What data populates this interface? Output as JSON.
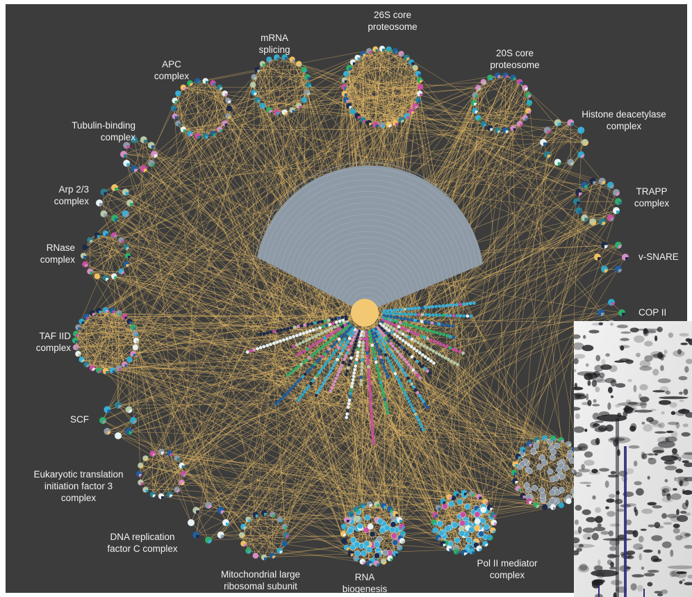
{
  "figure": {
    "complexes": [
      {
        "key": "c26s",
        "label": "26S core\nproteosome"
      },
      {
        "key": "c20s",
        "label": "20S core\nproteosome"
      },
      {
        "key": "mrna",
        "label": "mRNA\nsplicing"
      },
      {
        "key": "apc",
        "label": "APC\ncomplex"
      },
      {
        "key": "tubulin",
        "label": "Tubulin-binding\ncomplex"
      },
      {
        "key": "hdac",
        "label": "Histone deacetylase\ncomplex"
      },
      {
        "key": "arp",
        "label": "Arp 2/3\ncomplex"
      },
      {
        "key": "trapp",
        "label": "TRAPP\ncomplex"
      },
      {
        "key": "rnase",
        "label": "RNase\ncomplex"
      },
      {
        "key": "vsnare",
        "label": "v-SNARE"
      },
      {
        "key": "copii",
        "label": "COP II"
      },
      {
        "key": "taf",
        "label": "TAF IID\ncomplex"
      },
      {
        "key": "scf",
        "label": "SCF"
      },
      {
        "key": "eif3",
        "label": "Eukaryotic translation\ninitiation factor 3\ncomplex"
      },
      {
        "key": "rfc",
        "label": "DNA replication\nfactor C complex"
      },
      {
        "key": "mito",
        "label": "Mitochondrial large\nribosomal subunit"
      },
      {
        "key": "rnabio",
        "label": "RNA\nbiogenesis"
      },
      {
        "key": "pol2",
        "label": "Pol II mediator\ncomplex"
      }
    ],
    "colors": {
      "background": "#3c3c3c",
      "edges": "#f2c46a",
      "hub": "#f3c873",
      "unassigned_fan": "#8e9aa6",
      "node_palette": [
        "#8e9aa6",
        "#2ea8c9",
        "#3bb0d8",
        "#c84fa0",
        "#2b7f8f",
        "#e6f2f4",
        "#1f5e9e",
        "#d58fc4",
        "#b7c9a8",
        "#f0c060",
        "#1e2a4a",
        "#2fae6a"
      ]
    },
    "inset": {
      "description_icon": "2d-gel-electrophoresis-image",
      "background": "#ececec",
      "spot_color": "#1e1e22",
      "lane_color": "#2b2a7a"
    }
  }
}
